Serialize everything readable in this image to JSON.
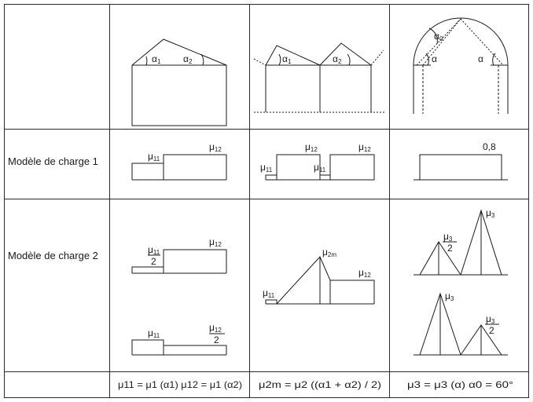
{
  "rows": {
    "load_model_1": "Modèle de charge 1",
    "load_model_2": "Modèle de charge 2"
  },
  "labels": {
    "mu": "μ",
    "alpha": "α",
    "sub_1": "1",
    "sub_2": "2",
    "sub_3": "3",
    "sub_11": "11",
    "sub_12": "12",
    "sub_2m": "2m",
    "sub_0": "0",
    "half_denominator": "2",
    "cylindrical_value": "0,8"
  },
  "formulas": {
    "col1": "μ11 = μ1 (α1)    μ12 = μ1 (α2)",
    "col2": "μ2m = μ2 ((α1 + α2) / 2)",
    "col3": "μ3 = μ3 (α)     α0 = 60°"
  },
  "colors": {
    "line": "#1a1a1a",
    "grid": "#2a2a2a",
    "background": "#ffffff"
  }
}
